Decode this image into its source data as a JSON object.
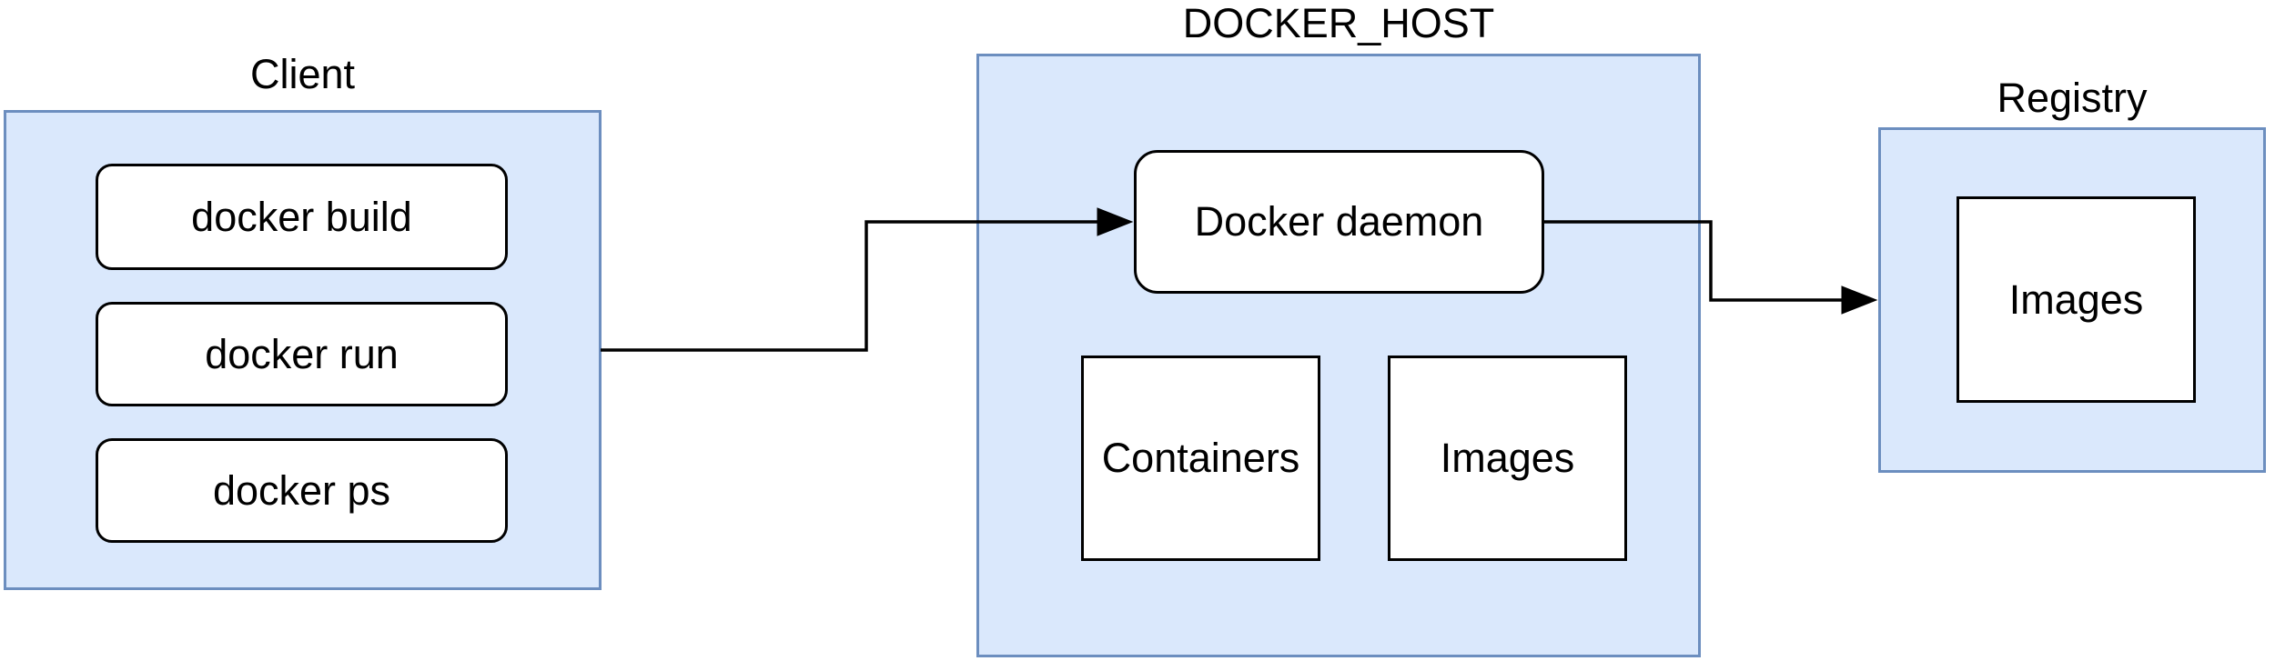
{
  "diagram": {
    "background": "#ffffff",
    "colors": {
      "container_fill": "#dae8fc",
      "container_border": "#6c8ebf",
      "node_fill": "#ffffff",
      "node_border": "#000000",
      "connector": "#000000",
      "text": "#000000"
    },
    "containers": [
      {
        "id": "client",
        "label": "Client",
        "children": [
          {
            "label": "docker build"
          },
          {
            "label": "docker run"
          },
          {
            "label": "docker ps"
          }
        ]
      },
      {
        "id": "docker-host",
        "label": "DOCKER_HOST",
        "children": [
          {
            "label": "Docker daemon"
          },
          {
            "label": "Containers"
          },
          {
            "label": "Images"
          }
        ]
      },
      {
        "id": "registry",
        "label": "Registry",
        "children": [
          {
            "label": "Images"
          }
        ]
      }
    ],
    "connectors": [
      {
        "from": "Client",
        "to": "Docker daemon",
        "style": "orthogonal-arrow"
      },
      {
        "from": "Docker daemon",
        "to": "Registry",
        "style": "orthogonal-arrow"
      }
    ]
  }
}
